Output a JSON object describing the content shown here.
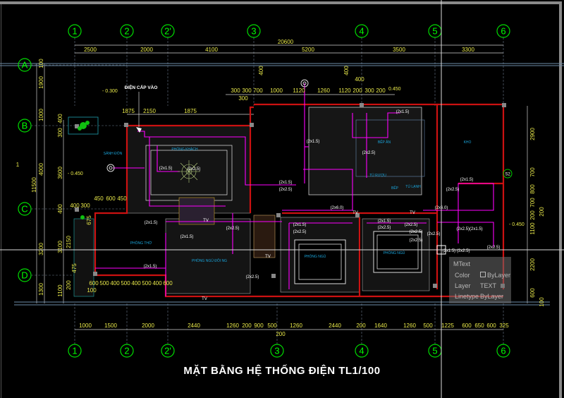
{
  "title": "MẶT BẰNG HỆ THỐNG ĐIỆN TL1/100",
  "sheet_marker": "1",
  "grid_top": [
    "1",
    "2",
    "2'",
    "3",
    "4",
    "5",
    "6"
  ],
  "grid_bottom": [
    "1",
    "2",
    "2'",
    "3",
    "4",
    "5",
    "6"
  ],
  "grid_left": [
    "A",
    "B",
    "C",
    "D"
  ],
  "dims_top_total": "20600",
  "dims_top": [
    "2500",
    "2000",
    "4100",
    "5200",
    "3500",
    "3300"
  ],
  "dims_inner_top": [
    "400",
    "400",
    "400",
    "300",
    "300",
    "700",
    "1000",
    "1120",
    "1260",
    "1120",
    "200",
    "300",
    "300",
    "200",
    "1875",
    "2150",
    "1875"
  ],
  "dims_bottom": [
    "1000",
    "1500",
    "2000",
    "2440",
    "1260",
    "200",
    "900",
    "500",
    "1260",
    "200",
    "2440",
    "200",
    "1640",
    "1260",
    "500",
    "1225",
    "600",
    "650",
    "600",
    "325"
  ],
  "dims_left_outer": [
    "100",
    "1900",
    "1000",
    "4000",
    "3200",
    "1300"
  ],
  "dims_left_total": "11500",
  "dims_left_inner": [
    "400",
    "300",
    "3600",
    "400",
    "3100",
    "2150",
    "475",
    "200",
    "1100"
  ],
  "dims_inner_misc": [
    "450",
    "600",
    "450",
    "400",
    "300",
    "675",
    "600",
    "500",
    "400",
    "500",
    "400",
    "500",
    "400",
    "600",
    "100"
  ],
  "dims_right": [
    "2900",
    "700",
    "800",
    "700",
    "200",
    "1100",
    "2200",
    "600",
    "100",
    "200"
  ],
  "elevations": [
    "- 0.300",
    "- 0.450",
    "0.450",
    "- 0.450"
  ],
  "notes": {
    "power_in": "ĐIỆN CẤP VÀO",
    "switch_tag": "S2"
  },
  "rooms": [
    "SẢNH ĐÓN",
    "PHÒNG KHÁCH",
    "PHÒNG THỜ",
    "PHÒNG NGỦ ĐÔI NG",
    "PHÒNG NGỦ",
    "PHÒNG NGỦ",
    "BẾP ĂN",
    "KHO",
    "TỦ RƯỢU",
    "TỦ LẠNH",
    "BẾP"
  ],
  "wires": [
    "(2x1.5)",
    "(2x2.5)",
    "(2x1.5)",
    "(2x2.5)",
    "(2x1.5)",
    "(2x1.5)",
    "(2x2.5)",
    "(2x1.5)",
    "(2x1.5)",
    "(2x2.5)",
    "(2x6.0)",
    "(2x6.0)",
    "(2x2.5)",
    "(2x2.5)",
    "(2x1.5)",
    "(2x2.5)",
    "(2x1.5)",
    "(2x2.5)",
    "(2x2.5)(2x1.5)",
    "(2x1.5)",
    "(2x2.5)",
    "(2x1.5)",
    "(2x2.5)",
    "(2x2.5)",
    "(2x2.5)",
    "(2x1.5) (2x2.5)",
    "(2x2.5)"
  ],
  "tv_labels": [
    "TV",
    "TV",
    "TV",
    "TV",
    "TV"
  ],
  "tooltip": {
    "type": "MText",
    "color_label": "Color",
    "color_value": "ByLayer",
    "layer_label": "Layer",
    "layer_value": "TEXT",
    "linetype_label": "Linetype",
    "linetype_value": "ByLayer"
  },
  "colors": {
    "background": "#000000",
    "grid": "#00ff00",
    "dimension": "#e8e84a",
    "wall": "#cc1111",
    "wire": "#ff00ff",
    "room_label": "#1aa3d9"
  }
}
